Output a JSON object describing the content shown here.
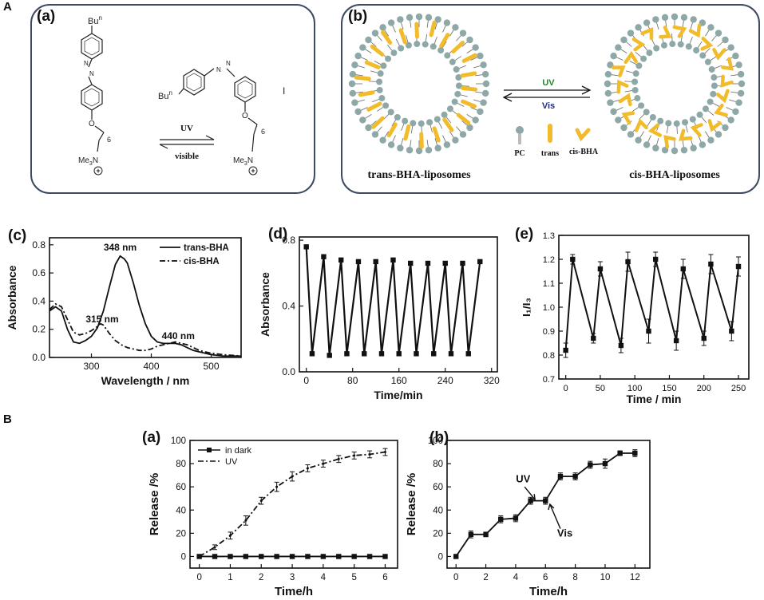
{
  "section_labels": {
    "A": "A",
    "B": "B"
  },
  "panel_labels": {
    "a": "(a)",
    "b": "(b)",
    "c": "(c)",
    "d": "(d)",
    "e": "(e)",
    "Ba": "(a)",
    "Bb": "(b)"
  },
  "scheme_a": {
    "bu_top": "Bu",
    "bu_top_sup": "n",
    "bu_side": "Bu",
    "bu_side_sup": "n",
    "n_symbol": "N",
    "o_symbol": "O",
    "chain_sub": "6",
    "me3n_left": "Me",
    "me3n_sub": "3",
    "me3n_n": "N",
    "plus": "+",
    "uv": "UV",
    "visible": "visible",
    "tick_mark": "I"
  },
  "scheme_b": {
    "uv": "UV",
    "vis": "Vis",
    "legend_pc": "PC",
    "legend_trans": "trans",
    "legend_cis": "cis-BHA",
    "label_trans": "trans-BHA-liposomes",
    "label_cis": "cis-BHA-liposomes"
  },
  "colors": {
    "pc_head": "#8ea8a8",
    "bha": "#f2bb2a",
    "uv_arrow_text": "#1f8a2a",
    "vis_arrow_text": "#1f2b8a",
    "border": "#3c4a62"
  },
  "chart_data": [
    {
      "id": "c",
      "type": "line",
      "xlabel": "Wavelength / nm",
      "ylabel": "Absorbance",
      "xlim": [
        230,
        550
      ],
      "ylim": [
        0,
        0.85
      ],
      "xticks": [
        300,
        400,
        500
      ],
      "yticks": [
        0.0,
        0.2,
        0.4,
        0.6,
        0.8
      ],
      "ytick_labels": [
        "0.0",
        "0.2",
        "0.4",
        "0.6",
        "0.8"
      ],
      "legend": "top-right",
      "series": [
        {
          "name": "trans-BHA",
          "style": "solid",
          "x": [
            230,
            240,
            250,
            260,
            270,
            280,
            290,
            300,
            310,
            320,
            330,
            340,
            348,
            355,
            360,
            370,
            380,
            390,
            400,
            410,
            420,
            430,
            440,
            450,
            460,
            470,
            480,
            490,
            500,
            520,
            550
          ],
          "y": [
            0.33,
            0.36,
            0.33,
            0.2,
            0.11,
            0.1,
            0.12,
            0.15,
            0.21,
            0.33,
            0.5,
            0.66,
            0.72,
            0.7,
            0.67,
            0.53,
            0.37,
            0.24,
            0.15,
            0.11,
            0.1,
            0.1,
            0.1,
            0.09,
            0.07,
            0.05,
            0.04,
            0.03,
            0.02,
            0.01,
            0.01
          ]
        },
        {
          "name": "cis-BHA",
          "style": "dashdot",
          "x": [
            230,
            240,
            250,
            260,
            270,
            280,
            290,
            300,
            310,
            315,
            320,
            330,
            340,
            350,
            360,
            370,
            380,
            390,
            400,
            410,
            420,
            430,
            440,
            450,
            460,
            470,
            480,
            490,
            500,
            520,
            550
          ],
          "y": [
            0.34,
            0.38,
            0.36,
            0.27,
            0.18,
            0.16,
            0.17,
            0.19,
            0.22,
            0.24,
            0.23,
            0.17,
            0.12,
            0.09,
            0.07,
            0.06,
            0.05,
            0.05,
            0.06,
            0.08,
            0.09,
            0.1,
            0.11,
            0.1,
            0.09,
            0.07,
            0.05,
            0.04,
            0.03,
            0.02,
            0.01
          ]
        }
      ],
      "annotations": [
        {
          "text": "348 nm",
          "x": 348,
          "y": 0.76
        },
        {
          "text": "315 nm",
          "x": 318,
          "y": 0.25
        },
        {
          "text": "440 nm",
          "x": 445,
          "y": 0.13
        }
      ]
    },
    {
      "id": "d",
      "type": "line",
      "xlabel": "Time/min",
      "ylabel": "Absorbance",
      "xlim": [
        -12,
        330
      ],
      "ylim": [
        0,
        0.82
      ],
      "xticks": [
        0,
        80,
        160,
        240,
        320
      ],
      "yticks": [
        0.0,
        0.4,
        0.8
      ],
      "ytick_labels": [
        "0.0",
        "0.4",
        "0.8"
      ],
      "series": [
        {
          "name": "",
          "marker": "square",
          "x": [
            0,
            10,
            30,
            40,
            60,
            70,
            90,
            100,
            120,
            130,
            150,
            160,
            180,
            190,
            210,
            220,
            240,
            250,
            270,
            280,
            300
          ],
          "y": [
            0.76,
            0.11,
            0.7,
            0.1,
            0.68,
            0.11,
            0.67,
            0.11,
            0.67,
            0.11,
            0.68,
            0.11,
            0.66,
            0.11,
            0.66,
            0.11,
            0.66,
            0.11,
            0.66,
            0.11,
            0.67
          ]
        }
      ]
    },
    {
      "id": "e",
      "type": "line",
      "xlabel": "Time / min",
      "ylabel": "I₁/I₃",
      "xlim": [
        -10,
        265
      ],
      "ylim": [
        0.7,
        1.3
      ],
      "xticks": [
        0,
        50,
        100,
        150,
        200,
        250
      ],
      "yticks": [
        0.7,
        0.8,
        0.9,
        1.0,
        1.1,
        1.2,
        1.3
      ],
      "ytick_labels": [
        "0.7",
        "0.8",
        "0.9",
        "1.0",
        "1.1",
        "1.2",
        "1.3"
      ],
      "series": [
        {
          "name": "",
          "marker": "square",
          "error_bars": true,
          "x": [
            0,
            10,
            40,
            50,
            80,
            90,
            120,
            130,
            160,
            170,
            200,
            210,
            240,
            250
          ],
          "y": [
            0.82,
            1.2,
            0.87,
            1.16,
            0.84,
            1.19,
            0.9,
            1.2,
            0.86,
            1.16,
            0.87,
            1.18,
            0.9,
            1.17
          ],
          "err": [
            0.03,
            0.02,
            0.02,
            0.03,
            0.03,
            0.04,
            0.05,
            0.03,
            0.04,
            0.04,
            0.03,
            0.04,
            0.04,
            0.04
          ]
        }
      ]
    },
    {
      "id": "Ba",
      "type": "line",
      "xlabel": "Time/h",
      "ylabel": "Release /%",
      "xlim": [
        -0.3,
        6.4
      ],
      "ylim": [
        -10,
        100
      ],
      "xticks": [
        0,
        1,
        2,
        3,
        4,
        5,
        6
      ],
      "yticks": [
        0,
        20,
        40,
        60,
        80,
        100
      ],
      "ytick_labels": [
        "0",
        "20",
        "40",
        "60",
        "80",
        "100"
      ],
      "legend": "top-left",
      "series": [
        {
          "name": "in dark",
          "style": "solid",
          "marker": "square",
          "x": [
            0,
            0.5,
            1,
            1.5,
            2,
            2.5,
            3,
            3.5,
            4,
            4.5,
            5,
            5.5,
            6
          ],
          "y": [
            0,
            0,
            0,
            0,
            0,
            0,
            0,
            0,
            0,
            0,
            0,
            0,
            0
          ]
        },
        {
          "name": "UV",
          "style": "dashdot",
          "marker": "tick",
          "error_bars": true,
          "x": [
            0,
            0.5,
            1,
            1.5,
            2,
            2.5,
            3,
            3.5,
            4,
            4.5,
            5,
            5.5,
            6
          ],
          "y": [
            0,
            8,
            18,
            31,
            48,
            60,
            69,
            76,
            80,
            84,
            87,
            88,
            90
          ],
          "err": [
            1,
            2,
            3,
            4,
            3,
            4,
            4,
            3,
            3,
            3,
            3,
            3,
            3
          ]
        }
      ]
    },
    {
      "id": "Bb",
      "type": "line",
      "xlabel": "Time/h",
      "ylabel": "Release /%",
      "xlim": [
        -0.6,
        13
      ],
      "ylim": [
        -10,
        100
      ],
      "xticks": [
        0,
        2,
        4,
        6,
        8,
        10,
        12
      ],
      "yticks": [
        0,
        20,
        40,
        60,
        80,
        100
      ],
      "ytick_labels": [
        "0",
        "20",
        "40",
        "60",
        "80",
        "100"
      ],
      "series": [
        {
          "name": "",
          "marker": "square",
          "error_bars": true,
          "x": [
            0,
            1,
            2,
            3,
            4,
            5,
            6,
            7,
            8,
            9,
            10,
            11,
            12
          ],
          "y": [
            0,
            19,
            19,
            32,
            33,
            48,
            48,
            69,
            69,
            79,
            80,
            89,
            89
          ],
          "err": [
            0,
            3,
            2,
            3,
            3,
            3,
            3,
            3,
            3,
            3,
            4,
            2,
            3
          ]
        }
      ],
      "annotations": [
        {
          "text": "UV",
          "x": 4.5,
          "y": 64
        },
        {
          "text": "Vis",
          "x": 7.3,
          "y": 17
        }
      ]
    }
  ]
}
